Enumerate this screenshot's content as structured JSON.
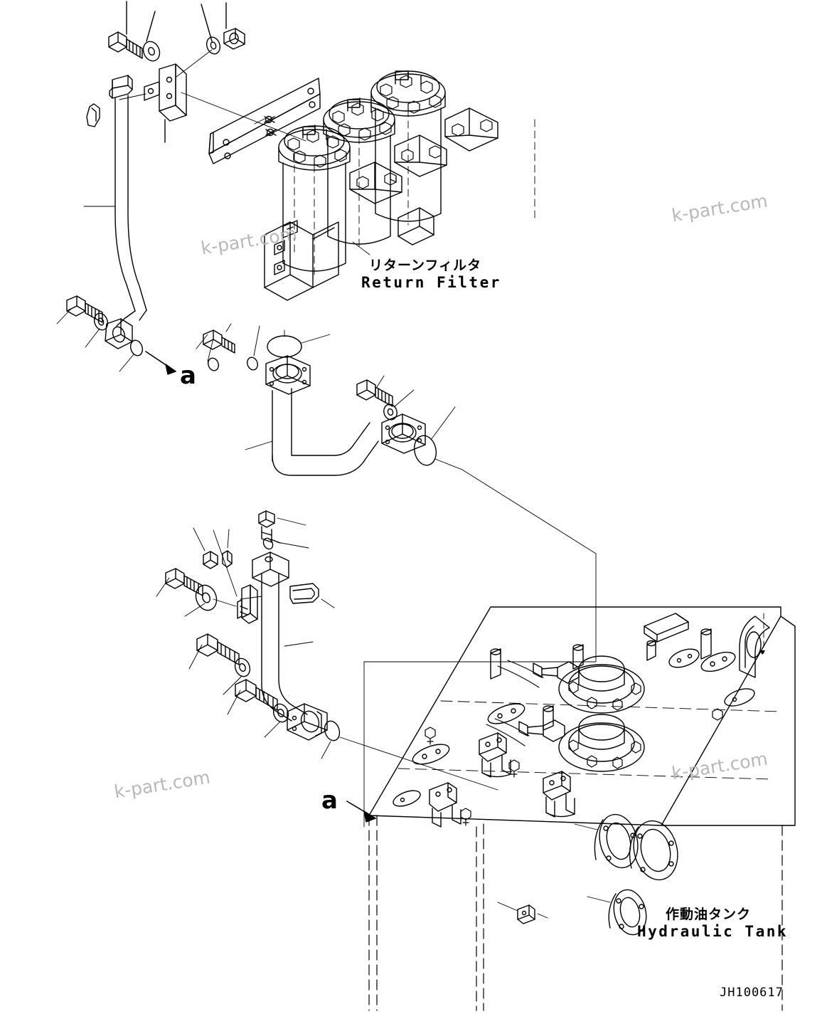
{
  "document": {
    "kind": "parts-exploded-diagram",
    "part_number": "JH100617",
    "ink_color": "#000000",
    "background_color": "#ffffff",
    "watermark_color": "#b9b9b9"
  },
  "labels": {
    "return_filter": {
      "jp": "リターンフィルタ",
      "en": "Return Filter"
    },
    "hydraulic_tank": {
      "jp": "作動油タンク",
      "en": "Hydraulic Tank"
    }
  },
  "callouts": [
    {
      "id": "callout-a-upper",
      "text": "a"
    },
    {
      "id": "callout-a-lower",
      "text": "a"
    }
  ],
  "watermarks": [
    {
      "text": "k-part.com"
    },
    {
      "text": "k-part.com"
    },
    {
      "text": "k-part.com"
    },
    {
      "text": "k-part.com"
    }
  ],
  "assemblies": {
    "return_filter_group": "three vertical filter canisters with bolted top flanges and mounting plate",
    "upper_pipe_group": "return tube with clamp, bolt, washer, nut, elbow fitting and o-ring",
    "middle_pipe_group": "z-shaped pipe with two square flanges, bolts, washers and o-rings",
    "lower_pipe_group": "suction tube with hex head, bracket, clamp, bolts, washers and o-ring",
    "tank_group": "hydraulic tank body with two circular port covers, brackets and flange covers"
  }
}
